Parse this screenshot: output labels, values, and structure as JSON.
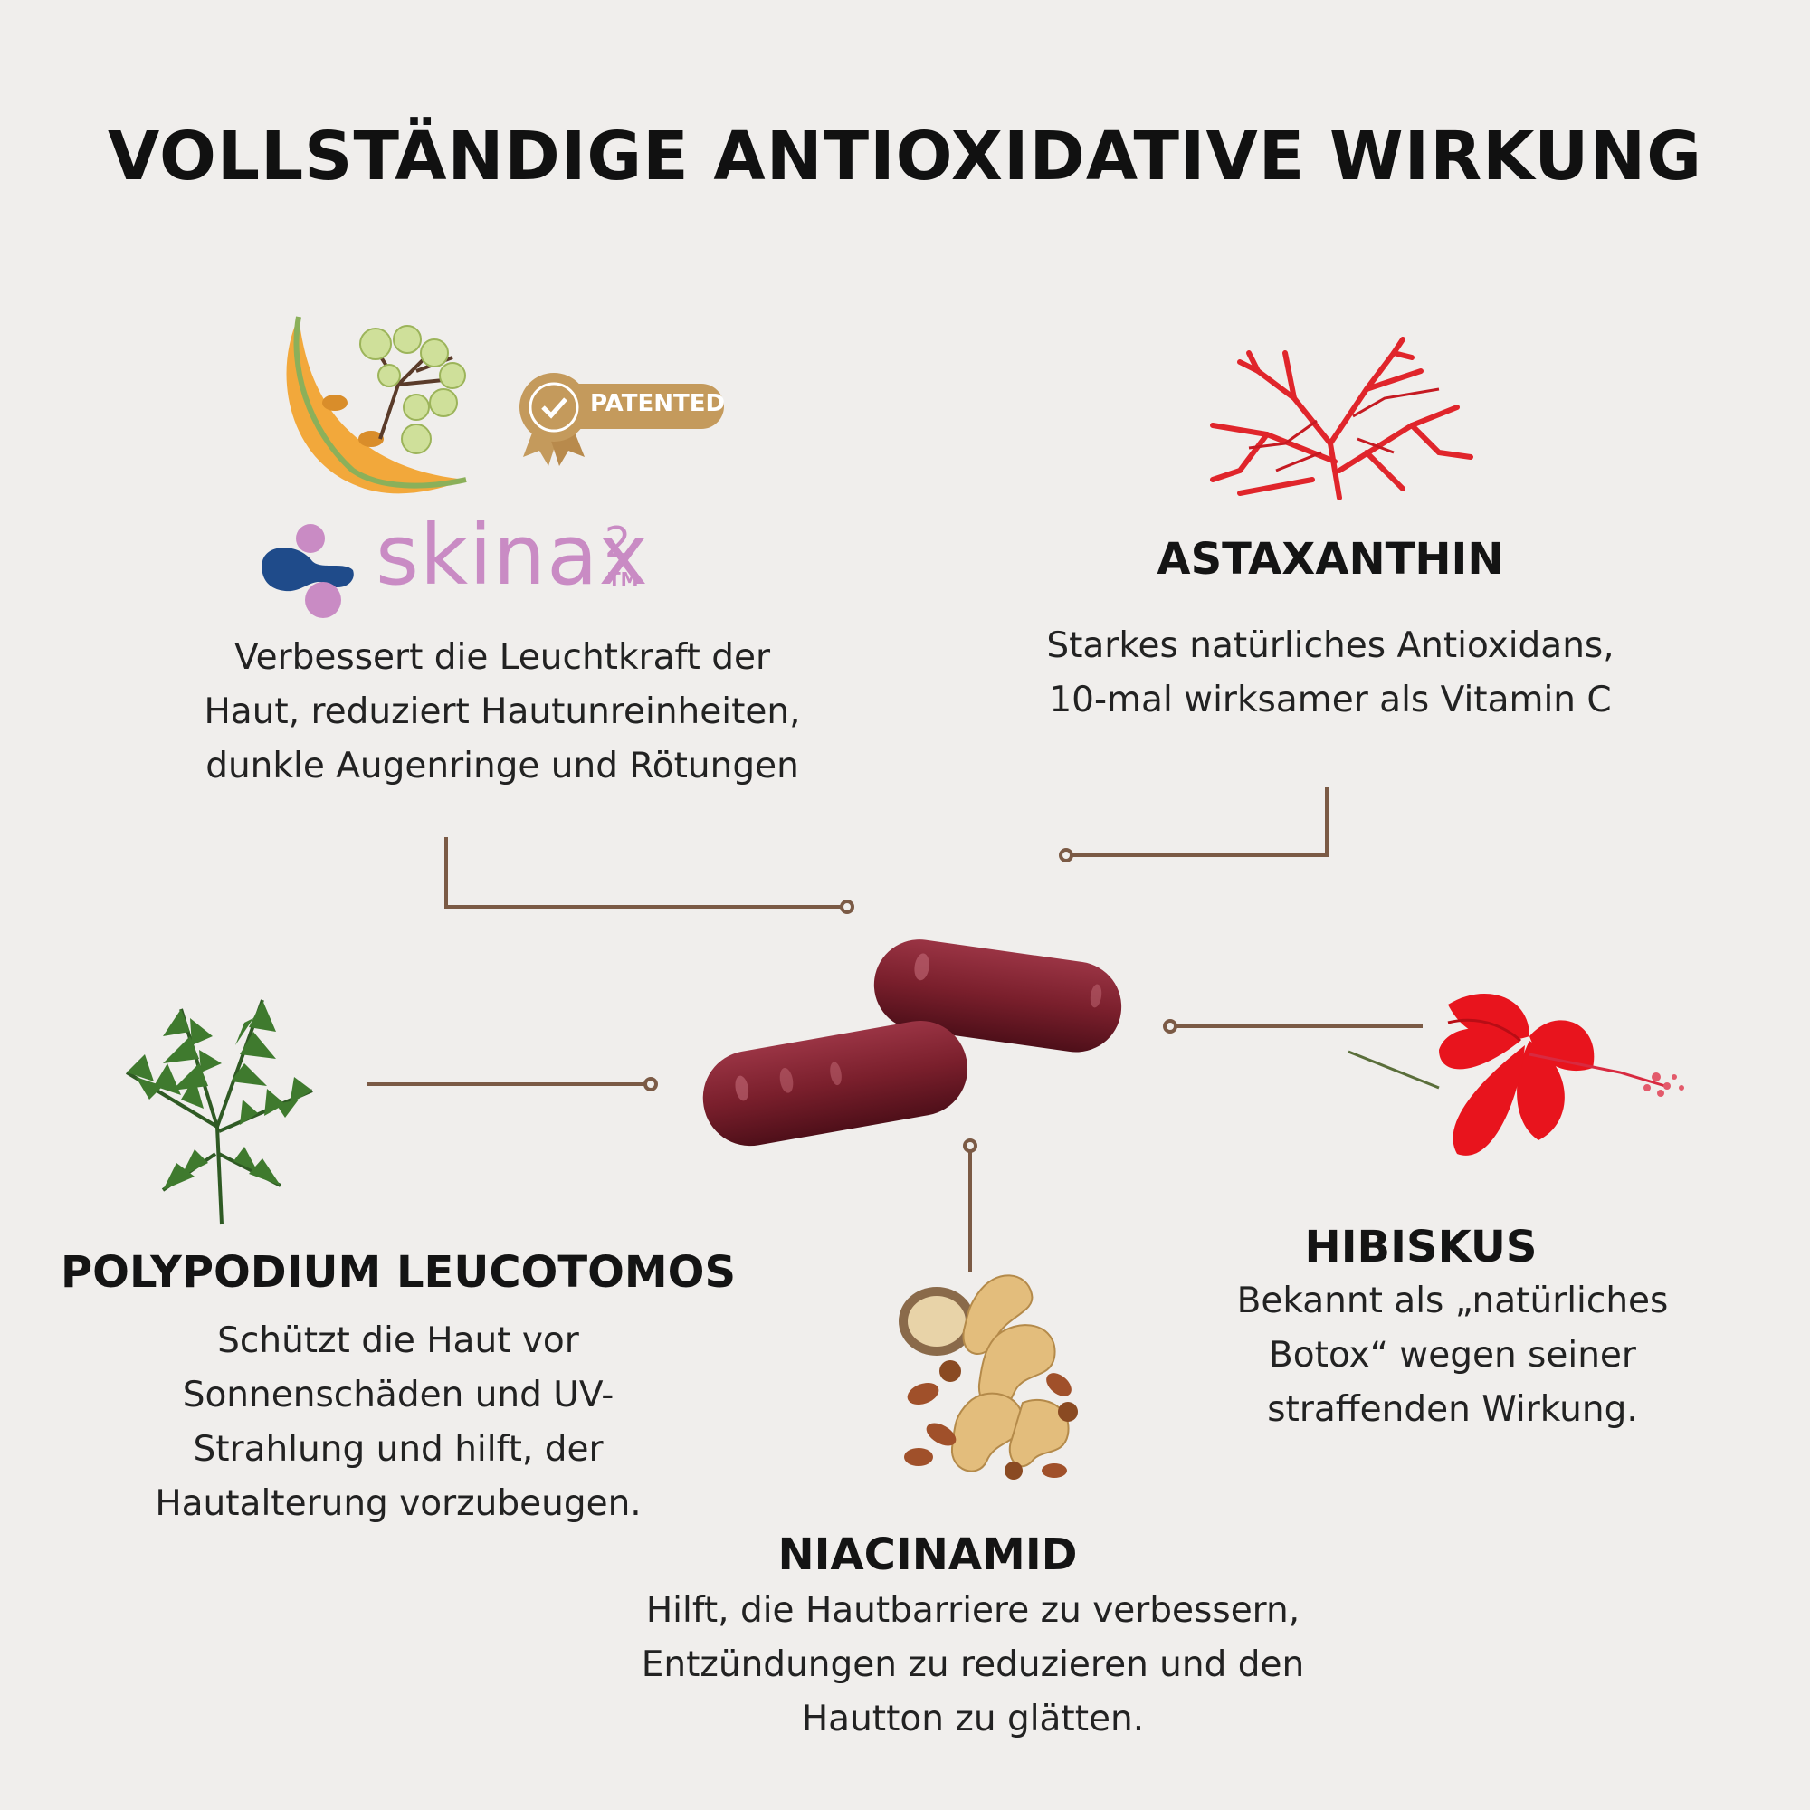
{
  "title": "VOLLSTÄNDIGE ANTIOXIDATIVE WIRKUNG",
  "colors": {
    "background": "#f0eeec",
    "connector": "#7b5a45",
    "capsule": "#7a1f2c",
    "gold_badge": "#c49a5c",
    "skinax_pink": "#c98bc4",
    "skinax_blue": "#1f4b8a"
  },
  "skinax": {
    "logo_text": "skinax",
    "superscript": "2",
    "trademark": "TM",
    "badge_label": "PATENTED",
    "description": [
      "Verbessert die Leuchtkraft der",
      "Haut, reduziert Hautunreinheiten,",
      "dunkle Augenringe und Rötungen"
    ]
  },
  "astaxanthin": {
    "heading": "ASTAXANTHIN",
    "description": [
      "Starkes natürliches Antioxidans,",
      "10-mal wirksamer als Vitamin C"
    ]
  },
  "polypodium": {
    "heading": "POLYPODIUM LEUCOTOMOS",
    "description": [
      "Schützt die Haut vor",
      "Sonnenschäden und UV-",
      "Strahlung und hilft, der",
      "Hautalterung vorzubeugen."
    ]
  },
  "hibiskus": {
    "heading": "HIBISKUS",
    "description": [
      "Bekannt als „natürliches",
      "Botox“ wegen seiner",
      "straffenden Wirkung."
    ]
  },
  "niacinamid": {
    "heading": "NIACINAMID",
    "description": [
      "Hilft, die Hautbarriere zu verbessern,",
      "Entzündungen zu reduzieren und den",
      "Hautton zu glätten."
    ]
  },
  "icons": {
    "skinax_fruit": "melon-grape-icon",
    "patent_badge": "patented-badge-icon",
    "astaxanthin": "red-algae-icon",
    "polypodium": "fern-icon",
    "hibiskus": "hibiscus-flower-icon",
    "niacinamid": "nuts-icon",
    "product": "capsules-icon"
  }
}
